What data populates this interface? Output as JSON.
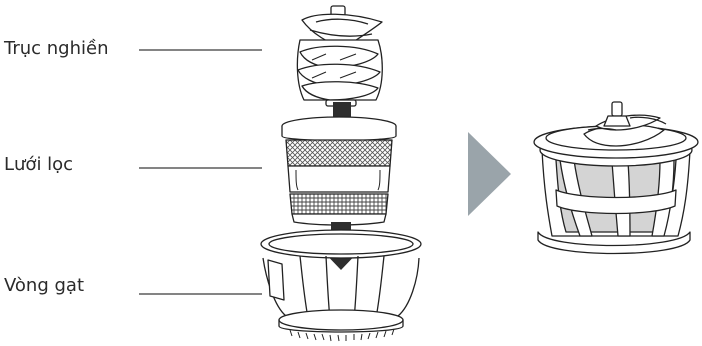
{
  "labels": {
    "auger": "Trục nghiền",
    "screen": "Lưới lọc",
    "holder": "Vòng gạt"
  },
  "colors": {
    "line": "#3a3a3a",
    "arrow": "#2e2e2e",
    "next_arrow": "#9aa4aa",
    "screen_fill": "#d4d4d4",
    "mesh": "#555555",
    "part_fill": "#ffffff",
    "shade": "#e6e6e6"
  },
  "icons": {
    "down_arrow_1": "down-arrow-icon",
    "down_arrow_2": "down-arrow-icon",
    "next_arrow": "right-triangle-icon"
  }
}
